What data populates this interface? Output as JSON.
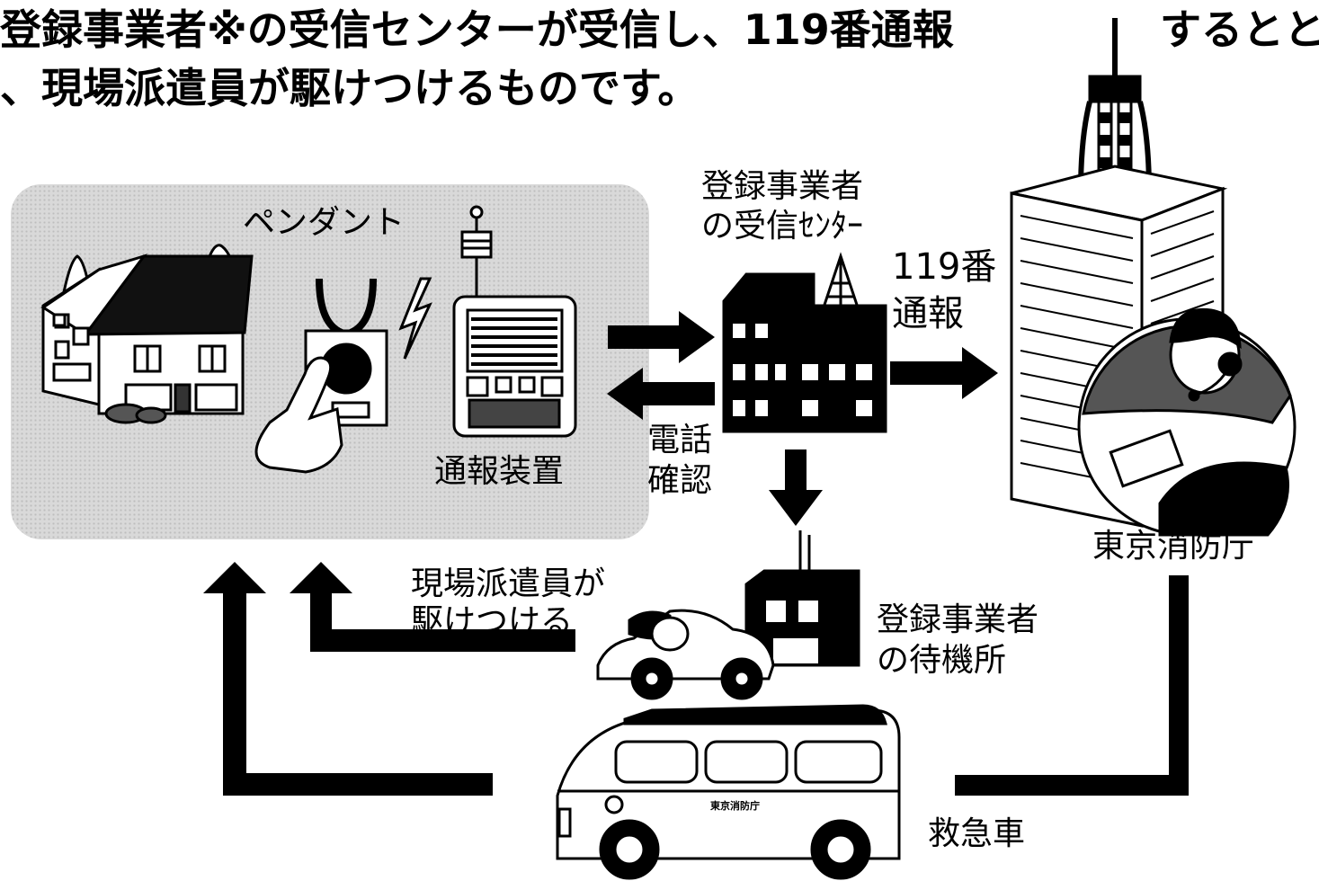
{
  "header": {
    "line1_main": "登録事業者※の受信センターが受信し、119番通報",
    "line1_tail": "するとと",
    "line2": "、現場派遣員が駆けつけるものです。"
  },
  "labels": {
    "pendant": "ペンダント",
    "device": "通報装置",
    "center_line1": "登録事業者",
    "center_line2": "の受信ｾﾝﾀｰ",
    "call119_line1": "119番",
    "call119_line2": "通報",
    "phone_confirm_line1": "電話",
    "phone_confirm_line2": "確認",
    "fire_dept": "東京消防庁",
    "dispatch_line1": "現場派遣員が",
    "dispatch_line2": "駆けつける",
    "standby_line1": "登録事業者",
    "standby_line2": "の待機所",
    "ambulance": "救急車",
    "ambulance_body_text": "東京消防庁"
  },
  "colors": {
    "ink": "#000000",
    "zone_fill": "#d9d9d9",
    "paper": "#ffffff"
  }
}
